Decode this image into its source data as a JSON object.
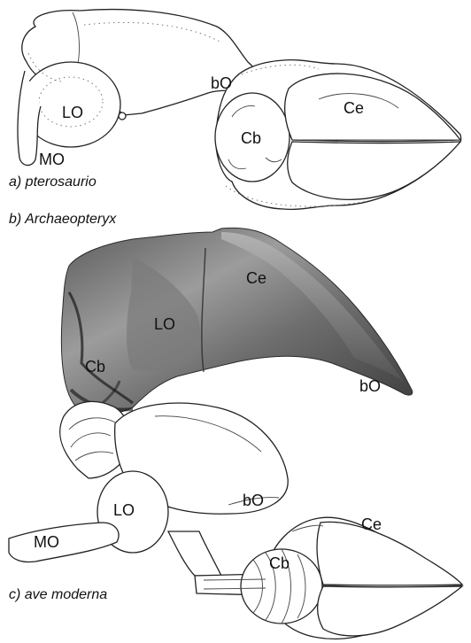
{
  "captions": {
    "a": "a) pterosaurio",
    "b": "b) Archaeopteryx",
    "c": "c) ave moderna"
  },
  "labels": {
    "a_lo": "LO",
    "a_bo": "bO",
    "a_mo": "MO",
    "a_cb": "Cb",
    "a_ce": "Ce",
    "b_ce": "Ce",
    "b_lo": "LO",
    "b_cb": "Cb",
    "b_bo": "bO",
    "c_lo": "LO",
    "c_bo": "bO",
    "c_mo": "MO",
    "c_cb": "Cb",
    "c_ce": "Ce"
  },
  "colors": {
    "outline": "#222222",
    "endocast_dark": "#3a3a3a",
    "endocast_light": "#9a9a9a"
  }
}
